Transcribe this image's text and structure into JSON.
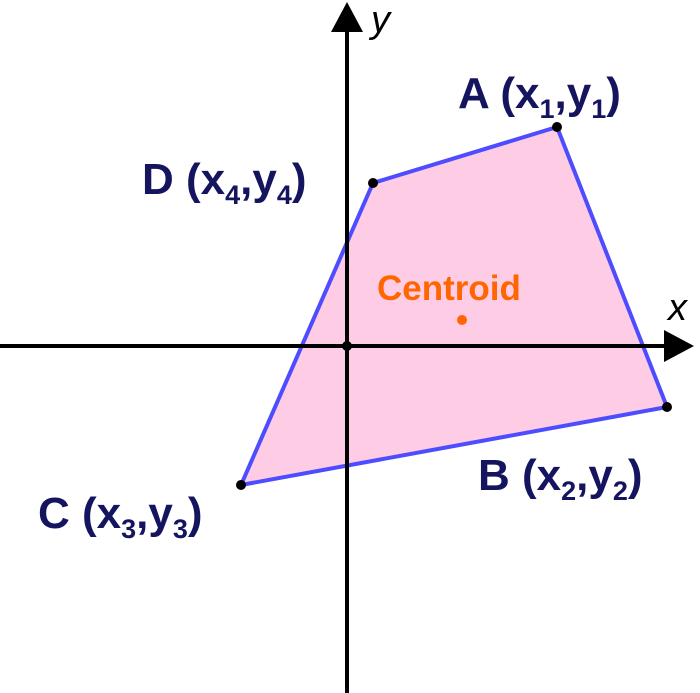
{
  "axes": {
    "x_label": "x",
    "y_label": "y"
  },
  "colors": {
    "fill": "#ffcce6",
    "edge": "#4d4dff",
    "label": "#14145f",
    "centroid": "#ff6600"
  },
  "vertices": [
    {
      "name": "A",
      "open": " (x",
      "sub1": "1",
      "comma": ",y",
      "sub2": "1",
      "close": ")"
    },
    {
      "name": "B",
      "open": " (x",
      "sub1": "2",
      "comma": ",y",
      "sub2": "2",
      "close": ")"
    },
    {
      "name": "C",
      "open": " (x",
      "sub1": "3",
      "comma": ",y",
      "sub2": "3",
      "close": ")"
    },
    {
      "name": "D",
      "open": " (x",
      "sub1": "4",
      "comma": ",y",
      "sub2": "4",
      "close": ")"
    }
  ],
  "centroid": {
    "label": "Centroid"
  }
}
